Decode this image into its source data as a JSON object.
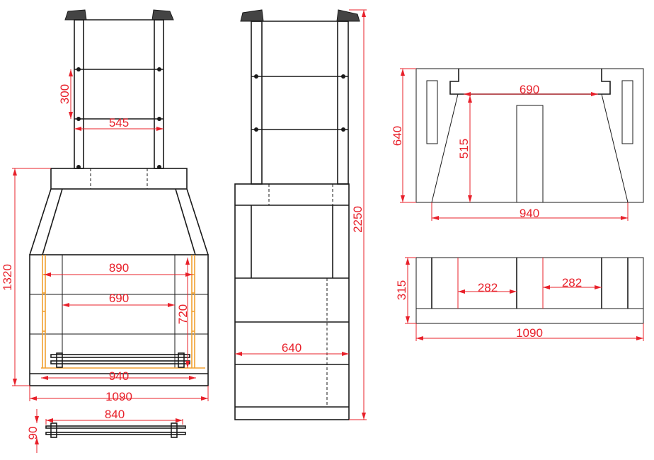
{
  "drawing": {
    "colors": {
      "outline": "#1a1a1a",
      "dimension": "#e8202a",
      "grill_frame": "#f0a030"
    },
    "front_view": {
      "dims": {
        "shelf_spacing": "300",
        "shelf_width": "545",
        "firebox_outer": "890",
        "firebox_inner": "690",
        "firebox_height": "720",
        "grill_width": "940",
        "total_width": "1090",
        "total_height": "1320"
      }
    },
    "grill_detail": {
      "dims": {
        "length": "840",
        "height": "90"
      }
    },
    "side_view": {
      "dims": {
        "depth": "640",
        "total_height": "2250"
      }
    },
    "top_view": {
      "dims": {
        "opening_width": "690",
        "opening_depth": "515",
        "depth": "640",
        "back_width": "940"
      }
    },
    "base_view": {
      "dims": {
        "gap_left": "282",
        "gap_right": "282",
        "height": "315",
        "width": "1090"
      }
    }
  }
}
